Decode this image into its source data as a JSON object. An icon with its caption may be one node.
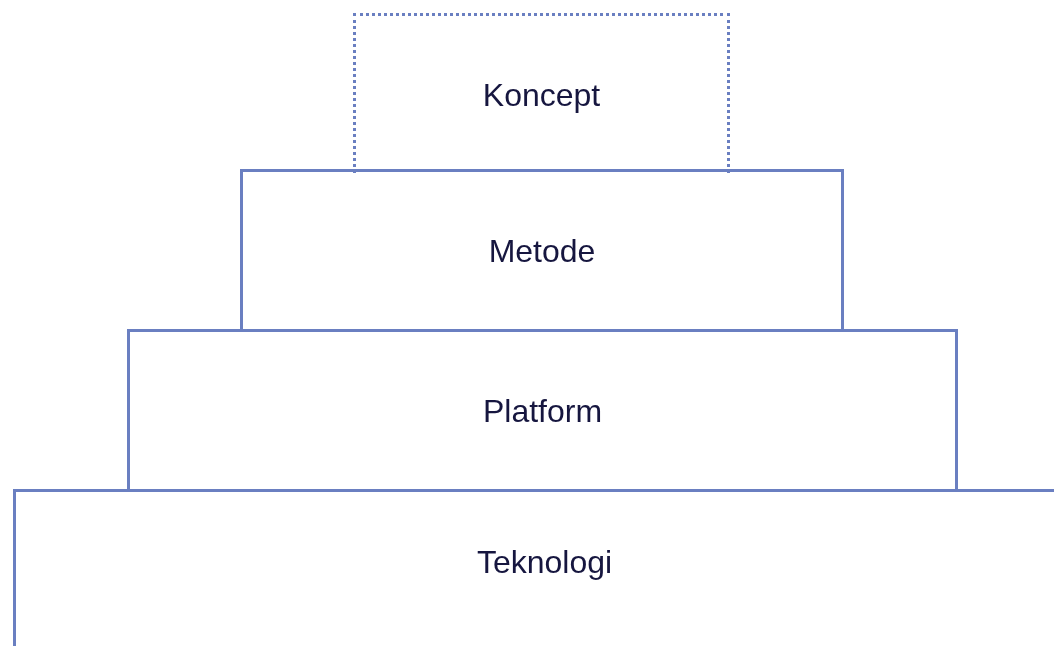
{
  "diagram": {
    "nodes": [
      {
        "text": [
          "Koncept"
        ]
      },
      {
        "text": [
          "Metode"
        ]
      },
      {
        "text": [
          "Platform"
        ]
      },
      {
        "text": [
          "Teknologi"
        ]
      }
    ]
  }
}
